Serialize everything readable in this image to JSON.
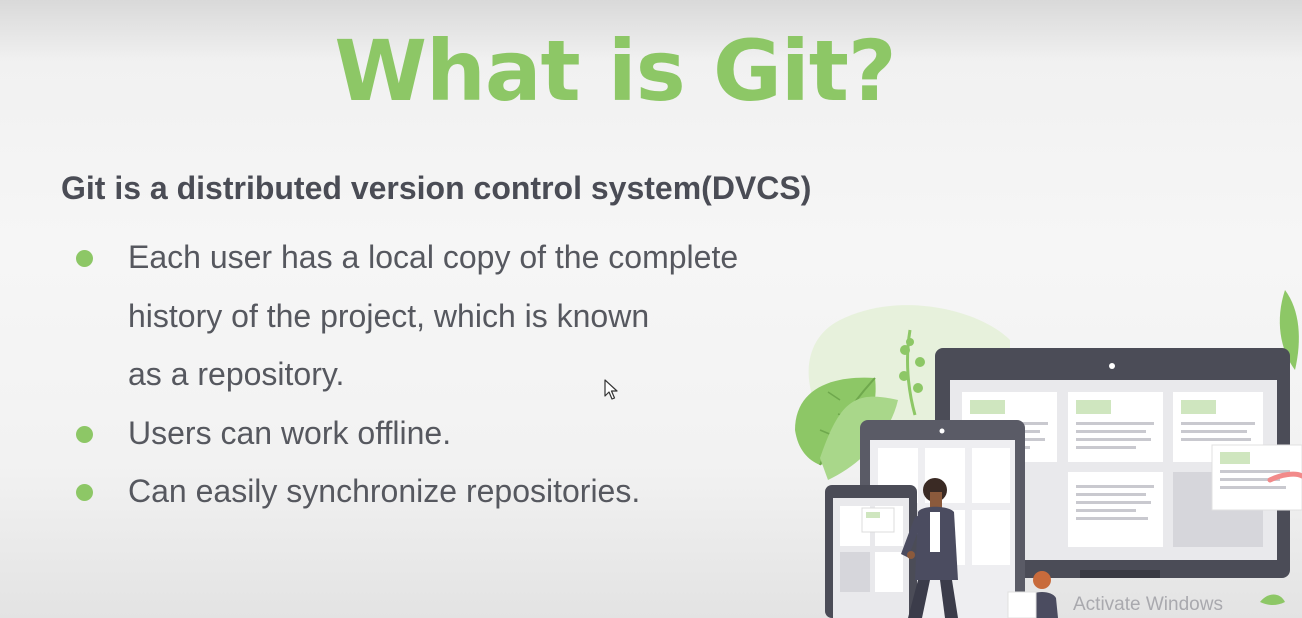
{
  "slide": {
    "title": "What is Git?",
    "subtitle": "Git is a distributed version control system(DVCS)",
    "bullets": [
      {
        "lines": [
          "Each user has a local copy of the complete",
          "history of the project, which is known",
          "as a repository."
        ]
      },
      {
        "lines": [
          "Users can work offline."
        ]
      },
      {
        "lines": [
          "Can easily synchronize repositories."
        ]
      }
    ]
  },
  "watermark": {
    "text": "Activate Windows"
  },
  "icons": {
    "cursor": "mouse-pointer-icon",
    "bullet": "bullet-dot-icon",
    "illustration": "devices-illustration"
  },
  "colors": {
    "accent_green": "#8dc766",
    "text_dark": "#4a4c55",
    "text_body": "#56585f",
    "device_frame": "#4b4c57"
  }
}
